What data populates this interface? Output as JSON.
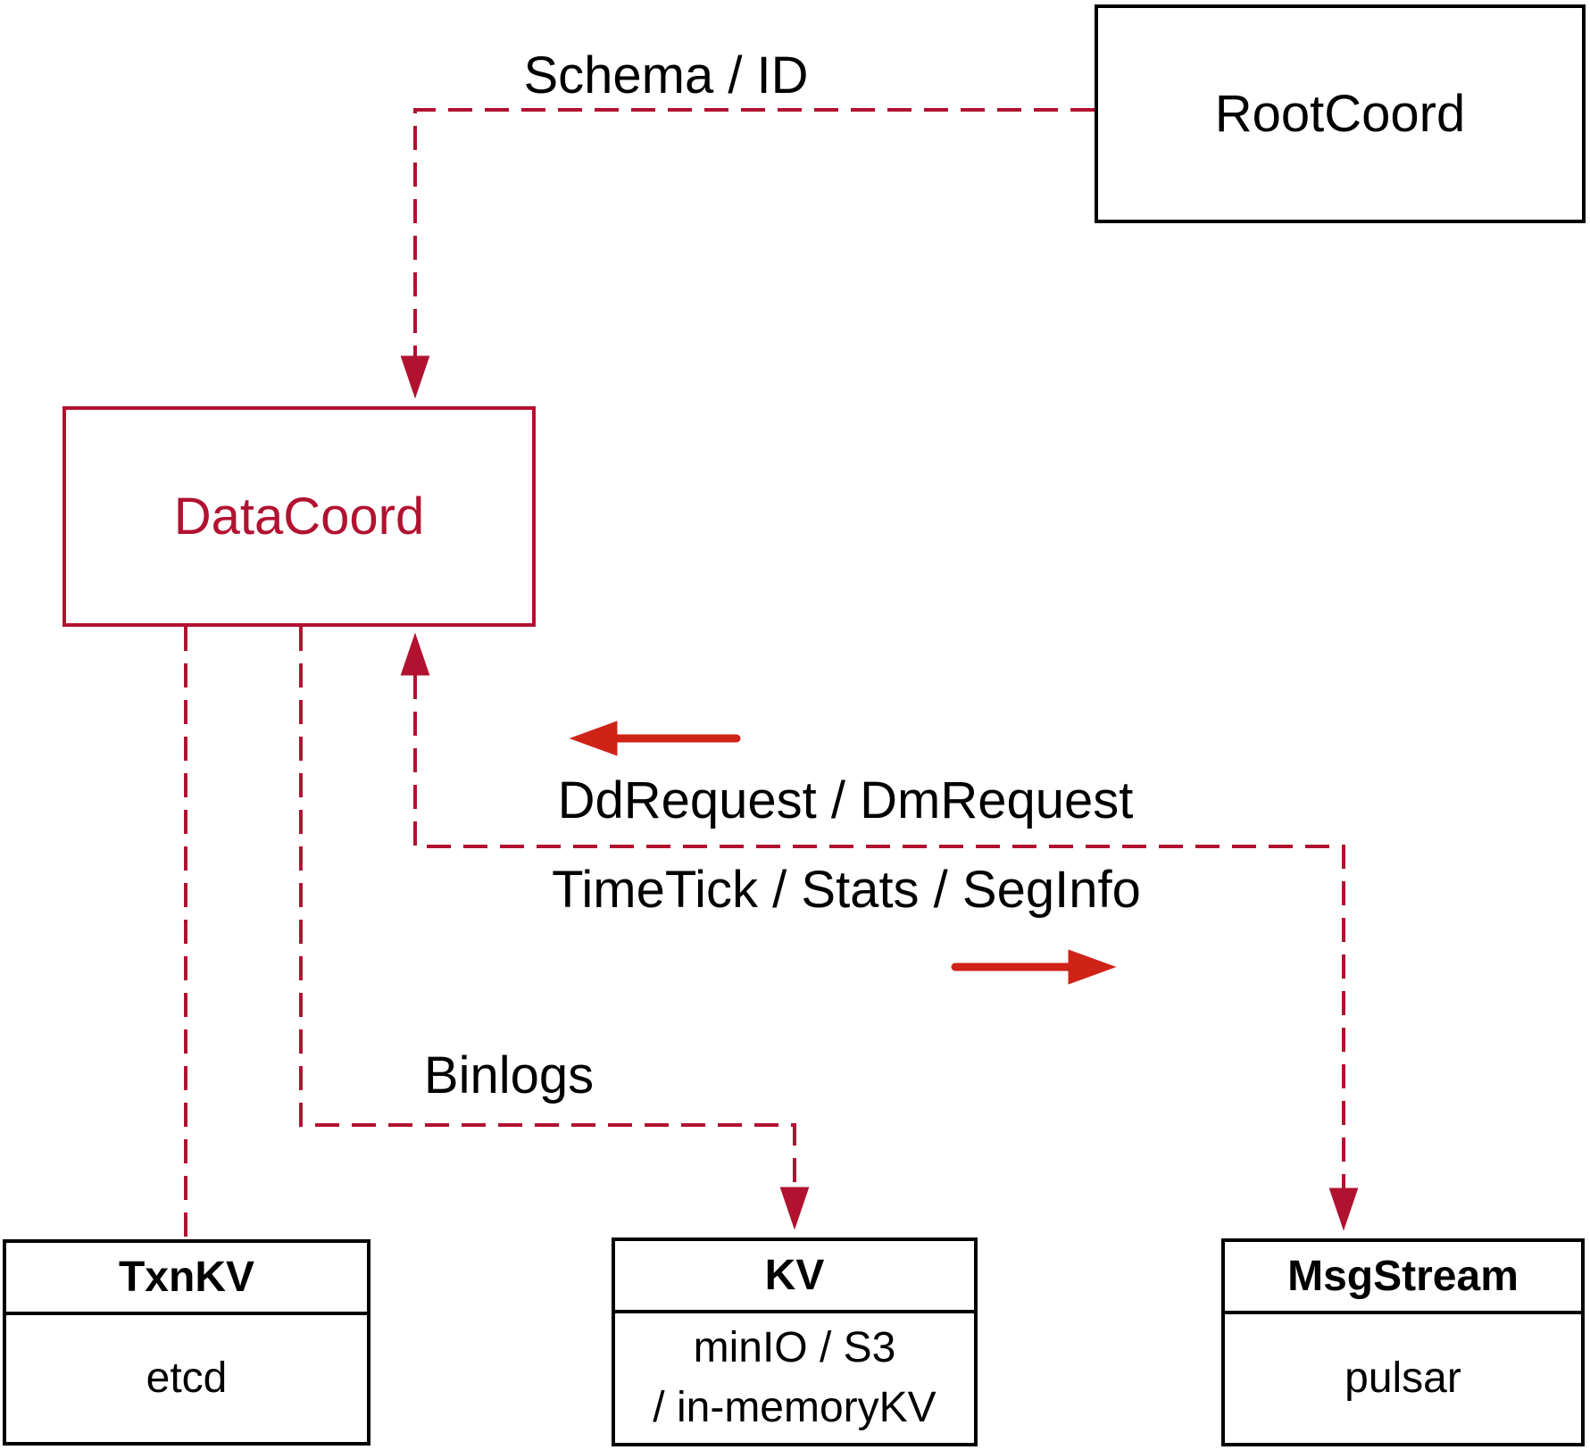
{
  "colors": {
    "dashed_edge": "#b11230",
    "solid_arrow": "#cf2318",
    "node_border_dark": "#000000",
    "accent_node": "#b11230",
    "text": "#000000",
    "background": "#ffffff"
  },
  "nodes": {
    "rootcoord": {
      "label": "RootCoord"
    },
    "datacoord": {
      "label": "DataCoord"
    },
    "txnkv": {
      "title": "TxnKV",
      "body": "etcd"
    },
    "kv": {
      "title": "KV",
      "body_line1": "minIO / S3",
      "body_line2": "/ in-memoryKV"
    },
    "msgstream": {
      "title": "MsgStream",
      "body": "pulsar"
    }
  },
  "edge_labels": {
    "schema_id": "Schema / ID",
    "dd_request": "DdRequest / DmRequest",
    "time_tick": "TimeTick / Stats / SegInfo",
    "binlogs": "Binlogs"
  }
}
